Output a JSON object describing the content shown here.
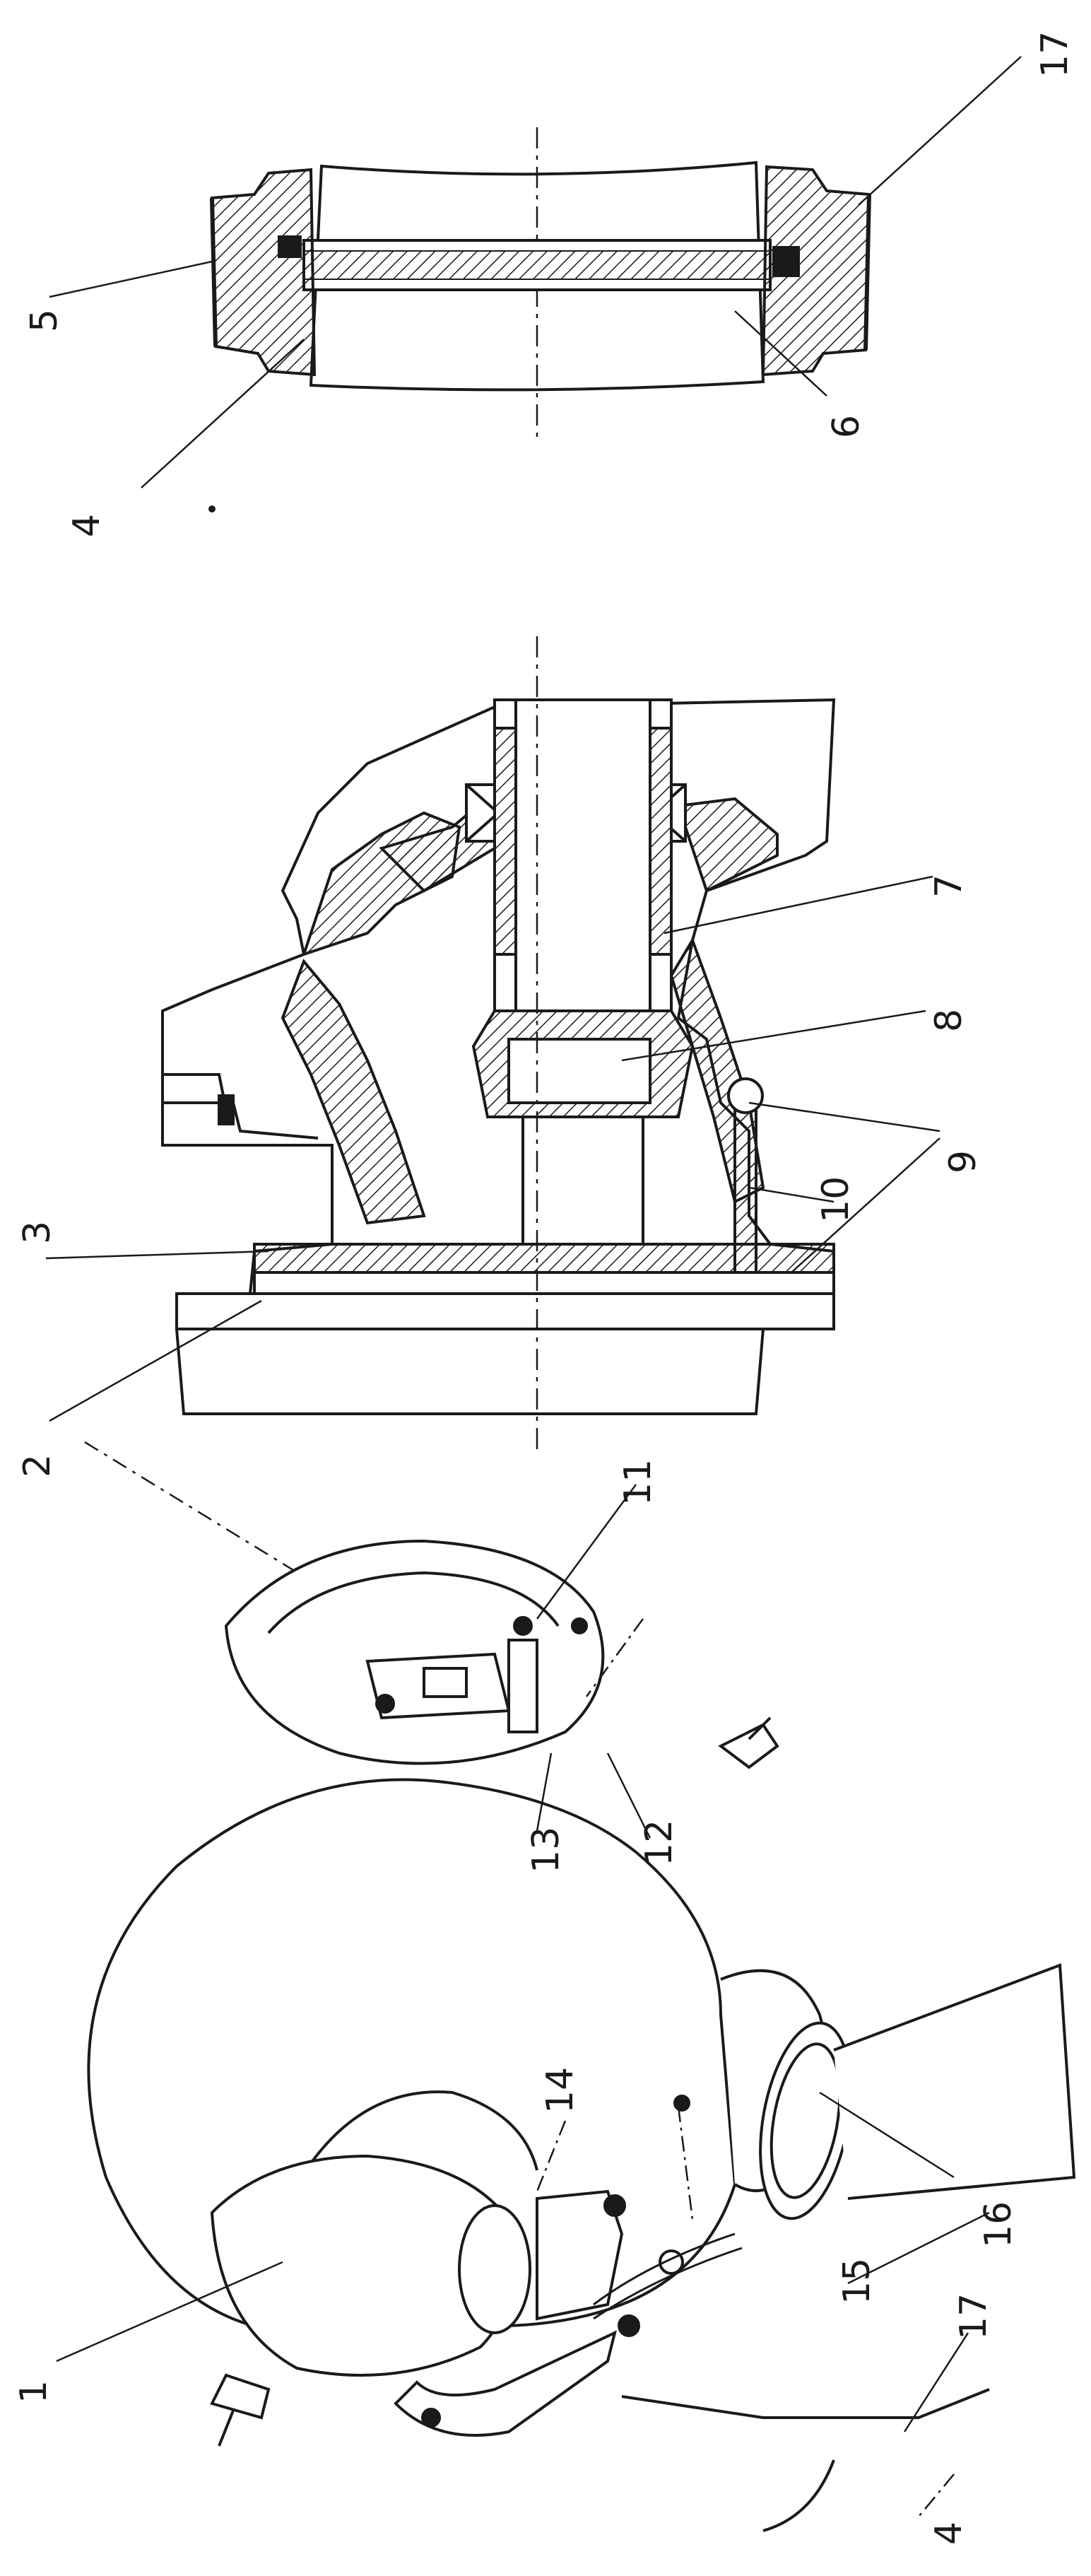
{
  "figure": {
    "callouts": [
      "1",
      "2",
      "3",
      "4",
      "5",
      "6",
      "7",
      "8",
      "9",
      "10",
      "11",
      "12",
      "13",
      "14",
      "15",
      "16",
      "17",
      "4",
      "17"
    ]
  },
  "colors": {
    "ink": "#1a1a1a",
    "paper": "#ffffff"
  }
}
